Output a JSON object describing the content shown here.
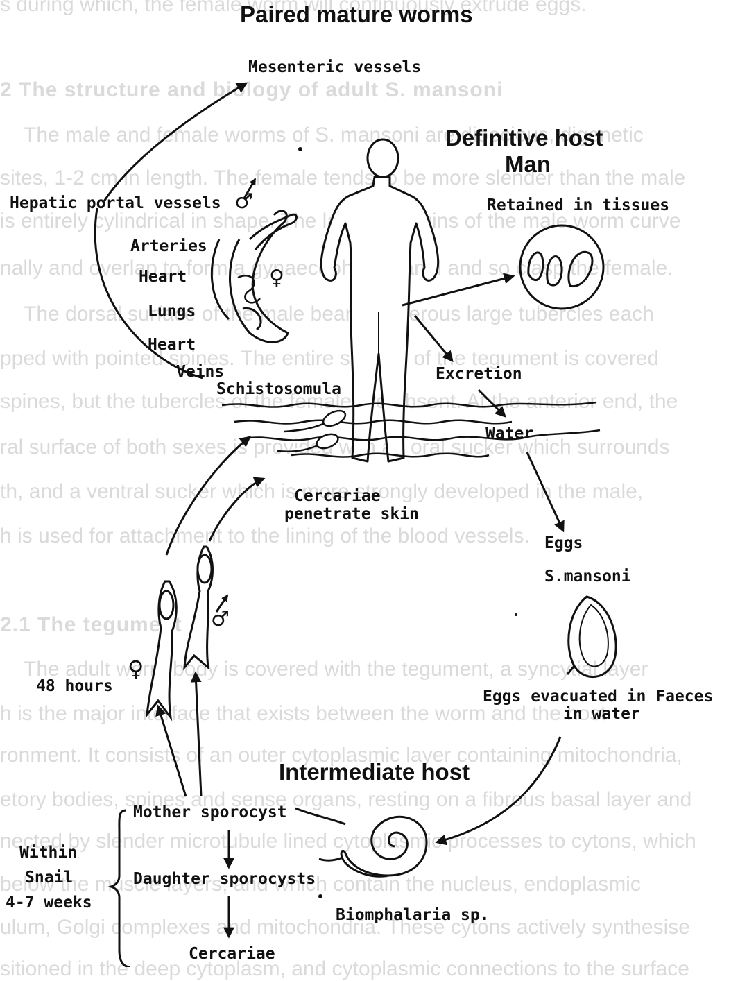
{
  "background_text": [
    "s during which, the female worm will continuously extrude eggs.",
    "2 The  structure  and  biology  of  adult  S.  mansoni",
    "The male and female worms of S. mansoni are dioecious, digenetic",
    "sites, 1-2 cm in length. The female tends to be more slender than the male",
    "is entirely cylindrical in shape. The lateral margins of the male worm curve",
    "nally and overlap to form a gynaecophoric canal and so clasp the female.",
    "The dorsal surface of the male bears numerous large tubercles each",
    "pped with pointed spines. The entire surface of the tegument is covered",
    "spines, but the tubercles of the female are absent. At the anterior end, the",
    "ral surface of both sexes is provided with an oral sucker which surrounds",
    "th, and a ventral sucker which is more strongly developed in the male,",
    "h is used for attachment to the lining of the blood vessels.",
    "2.1  The  tegument",
    "The adult worm body is covered with the tegument, a syncytial layer",
    "h is the major interface that exists between the worm and the host",
    "ronment. It consists of an outer cytoplasmic layer containing mitochondria,",
    "etory bodies, spines and sense organs, resting on a fibrous basal layer and",
    "nected by slender microtubule lined cytoplasmic processes to cytons, which",
    "below the muscle layers, and which contain the nucleus, endoplasmic",
    "ulum, Golgi complexes and mitochondria. These cytons actively synthesise",
    "sitioned in the deep cytoplasm, and cytoplasmic connections to the surface"
  ],
  "headings": {
    "paired_mature_worms": "Paired mature worms",
    "definitive_host": "Definitive host",
    "man": "Man",
    "intermediate_host": "Intermediate host"
  },
  "labels": {
    "mesenteric_vessels": "Mesenteric vessels",
    "hepatic_portal_vessels": "Hepatic portal vessels",
    "arteries": "Arteries",
    "heart_upper": "Heart",
    "lungs": "Lungs",
    "heart_lower": "Heart",
    "veins": "Veins",
    "schistosomula": "Schistosomula",
    "retained_in_tissues": "Retained in tissues",
    "excretion": "Excretion",
    "water": "Water",
    "cercariae_penetrate_line1": "Cercariae",
    "cercariae_penetrate_line2": "penetrate skin",
    "eggs": "Eggs",
    "s_mansoni": "S.mansoni",
    "eggs_evacuated_line1": "Eggs evacuated in Faeces",
    "eggs_evacuated_line2": "in water",
    "hours_48": "48 hours",
    "mother_sporocyst": "Mother sporocyst",
    "daughter_sporocysts": "Daughter sporocysts",
    "biomphalaria": "Biomphalaria sp.",
    "cercariae_bottom": "Cercariae",
    "within_line1": "Within",
    "within_line2": "Snail",
    "within_line3": "4-7 weeks",
    "male_symbol": "♂",
    "female_symbol": "♀"
  },
  "icons": [
    "male-symbol-icon",
    "female-symbol-icon",
    "human-figure",
    "adult-worm-pair",
    "tissue-eggs-circle",
    "egg-drawing",
    "snail-shell",
    "cercaria",
    "water-waves"
  ]
}
